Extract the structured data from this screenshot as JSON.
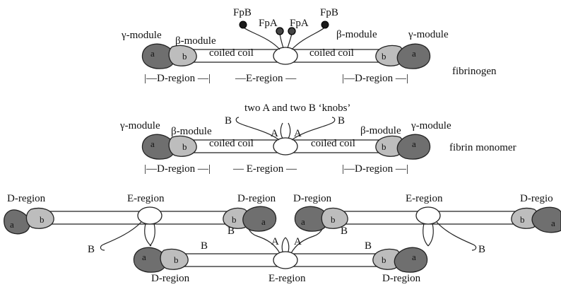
{
  "fibrinogen": {
    "fpb_left": "FpB",
    "fpa_left": "FpA",
    "fpa_right": "FpA",
    "fpb_right": "FpB",
    "gamma_left": "γ-module",
    "beta_left": "β-module",
    "beta_right": "β-module",
    "gamma_right": "γ-module",
    "coil_left": "coiled coil",
    "coil_right": "coiled coil",
    "sub_a": "a",
    "sub_b": "b",
    "ruler_left": "|—D-region —|",
    "ruler_mid": "—E-region —",
    "ruler_right": "|—D-region —|",
    "name": "fibrinogen"
  },
  "monomer": {
    "knobs_title": "two A and two B ‘knobs’",
    "knob_b_left": "B",
    "knob_a_left": "A",
    "knob_a_right": "A",
    "knob_b_right": "B",
    "gamma_left": "γ-module",
    "beta_left": "β-module",
    "beta_right": "β-module",
    "gamma_right": "γ-module",
    "coil_left": "coiled coil",
    "coil_right": "coiled coil",
    "sub_a": "a",
    "sub_b": "b",
    "ruler_left": "|—D-region —|",
    "ruler_mid": "— E-region —",
    "ruler_right": "|—D-region —|",
    "name": "fibrin monomer"
  },
  "polymer": {
    "d_region": "D-region",
    "d_region_cut": "D-regio",
    "e_region": "E-region",
    "b": "B",
    "a_cap": "A",
    "sub_a": "a",
    "sub_b": "b"
  }
}
